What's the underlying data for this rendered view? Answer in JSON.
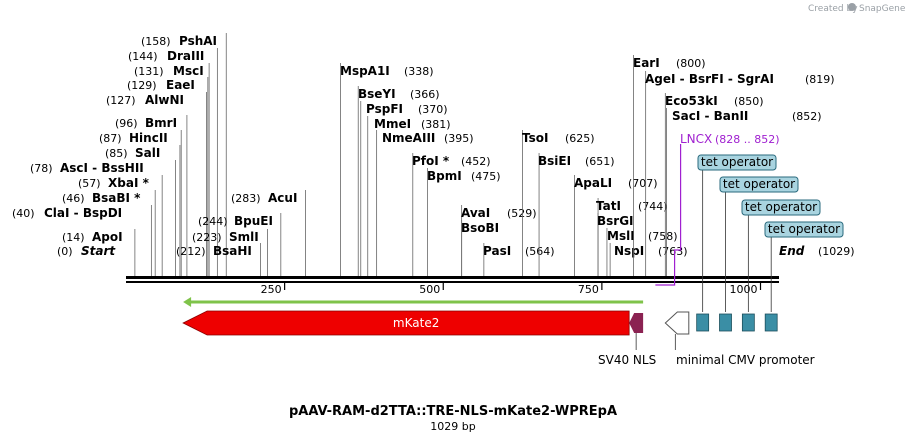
{
  "credit": {
    "text": "Created by",
    "brand": "SnapGene"
  },
  "title": "pAAV-RAM-d2TTA::TRE-NLS-mKate2-WPREpA",
  "subtitle": "1029 bp",
  "ruler": {
    "length": 1029,
    "ticks": [
      250,
      500,
      750,
      1000
    ]
  },
  "sites": [
    {
      "name": "Start",
      "pos": 0,
      "label": "(0)",
      "italic": true
    },
    {
      "name": "ApoI",
      "pos": 14,
      "label": "(14)"
    },
    {
      "name": "ClaI - BspDI",
      "pos": 40,
      "label": "(40)"
    },
    {
      "name": "BsaBI *",
      "pos": 46,
      "label": "(46)"
    },
    {
      "name": "XbaI *",
      "pos": 57,
      "label": "(57)"
    },
    {
      "name": "AscI - BssHII",
      "pos": 78,
      "label": "(78)"
    },
    {
      "name": "SalI",
      "pos": 85,
      "label": "(85)"
    },
    {
      "name": "HincII",
      "pos": 87,
      "label": "(87)"
    },
    {
      "name": "BmrI",
      "pos": 96,
      "label": "(96)"
    },
    {
      "name": "AlwNI",
      "pos": 127,
      "label": "(127)"
    },
    {
      "name": "EaeI",
      "pos": 129,
      "label": "(129)"
    },
    {
      "name": "MscI",
      "pos": 131,
      "label": "(131)"
    },
    {
      "name": "DraIII",
      "pos": 144,
      "label": "(144)"
    },
    {
      "name": "PshAI",
      "pos": 158,
      "label": "(158)"
    },
    {
      "name": "BsaHI",
      "pos": 212,
      "label": "(212)"
    },
    {
      "name": "SmlI",
      "pos": 223,
      "label": "(223)"
    },
    {
      "name": "BpuEI",
      "pos": 244,
      "label": "(244)"
    },
    {
      "name": "AcuI",
      "pos": 283,
      "label": "(283)"
    },
    {
      "name": "MspA1I",
      "pos": 338,
      "label": "(338)"
    },
    {
      "name": "BseYI",
      "pos": 366,
      "label": "(366)"
    },
    {
      "name": "PspFI",
      "pos": 370,
      "label": "(370)"
    },
    {
      "name": "MmeI",
      "pos": 381,
      "label": "(381)"
    },
    {
      "name": "NmeAIII",
      "pos": 395,
      "label": "(395)"
    },
    {
      "name": "PfoI *",
      "pos": 452,
      "label": "(452)"
    },
    {
      "name": "BpmI",
      "pos": 475,
      "label": "(475)"
    },
    {
      "name": "AvaI",
      "pos": 529,
      "label": "(529)"
    },
    {
      "name": "BsoBI",
      "pos": 529,
      "label": ""
    },
    {
      "name": "PasI",
      "pos": 564,
      "label": "(564)"
    },
    {
      "name": "TsoI",
      "pos": 625,
      "label": "(625)"
    },
    {
      "name": "BsiEI",
      "pos": 651,
      "label": "(651)"
    },
    {
      "name": "ApaLI",
      "pos": 707,
      "label": "(707)"
    },
    {
      "name": "TatI",
      "pos": 744,
      "label": "(744)"
    },
    {
      "name": "BsrGI",
      "pos": 744,
      "label": ""
    },
    {
      "name": "MslI",
      "pos": 758,
      "label": "(758)"
    },
    {
      "name": "NspI",
      "pos": 763,
      "label": "(763)"
    },
    {
      "name": "EarI",
      "pos": 800,
      "label": "(800)"
    },
    {
      "name": "AgeI - BsrFI - SgrAI",
      "pos": 819,
      "label": "(819)"
    },
    {
      "name": "Eco53kI",
      "pos": 850,
      "label": "(850)"
    },
    {
      "name": "SacI - BanII",
      "pos": 852,
      "label": "(852)"
    },
    {
      "name": "End",
      "pos": 1029,
      "label": "(1029)",
      "italic": true
    }
  ],
  "lncx": {
    "name": "LNCX",
    "range": "(828 .. 852)",
    "start": 828,
    "end": 852,
    "color": "#a020d0"
  },
  "features": {
    "mkate2": {
      "name": "mKate2",
      "start": 90,
      "end": 793,
      "color": "#ee0000"
    },
    "nls": {
      "name": "SV40 NLS",
      "start": 793,
      "end": 815,
      "color": "#8b2252"
    },
    "cmv": {
      "name": "minimal CMV promoter",
      "start": 850,
      "end": 887
    },
    "tet": {
      "name": "tet operator",
      "color": "#3a8ea5",
      "positions": [
        912,
        948,
        984,
        1020
      ]
    },
    "orf_arrow_color": "#7fc34a"
  }
}
